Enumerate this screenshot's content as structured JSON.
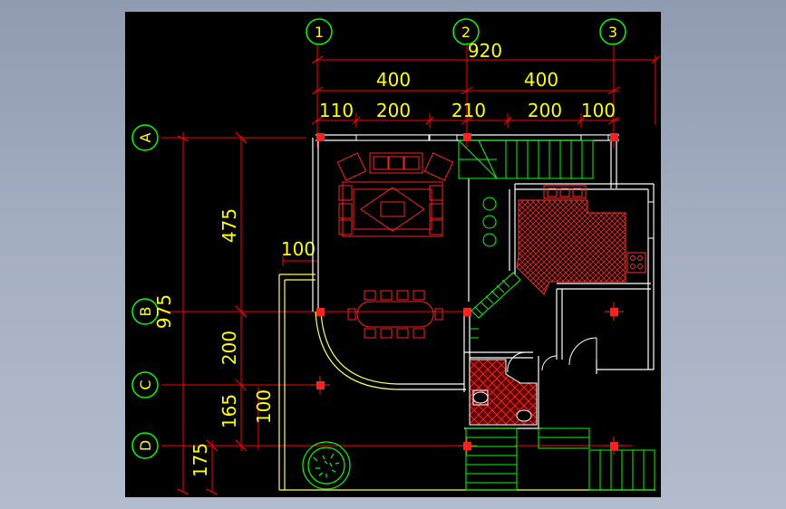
{
  "drawing": {
    "grid_columns": [
      "1",
      "2",
      "3"
    ],
    "grid_rows": [
      "A",
      "B",
      "C",
      "D"
    ],
    "dims_top": {
      "overall": "920",
      "bay_1": "400",
      "bay_2": "400",
      "seg_1": "110",
      "seg_2": "200",
      "seg_3": "210",
      "seg_4": "200",
      "seg_5": "100"
    },
    "dims_left": {
      "overall": "975",
      "d_475": "475",
      "d_200": "200",
      "d_165": "165",
      "d_175": "175",
      "d_100_vertical": "100",
      "d_100_horizontal": "100"
    },
    "colors": {
      "background": "#000000",
      "dimension_text": "#ffff00",
      "dimension_line": "#ff0000",
      "wall": "#ffffff",
      "furniture": "#ff0000",
      "stairs": "#00ff00",
      "grid_bubble": "#00ff00",
      "column": "#ff0000",
      "tree": "#00ff00"
    }
  }
}
